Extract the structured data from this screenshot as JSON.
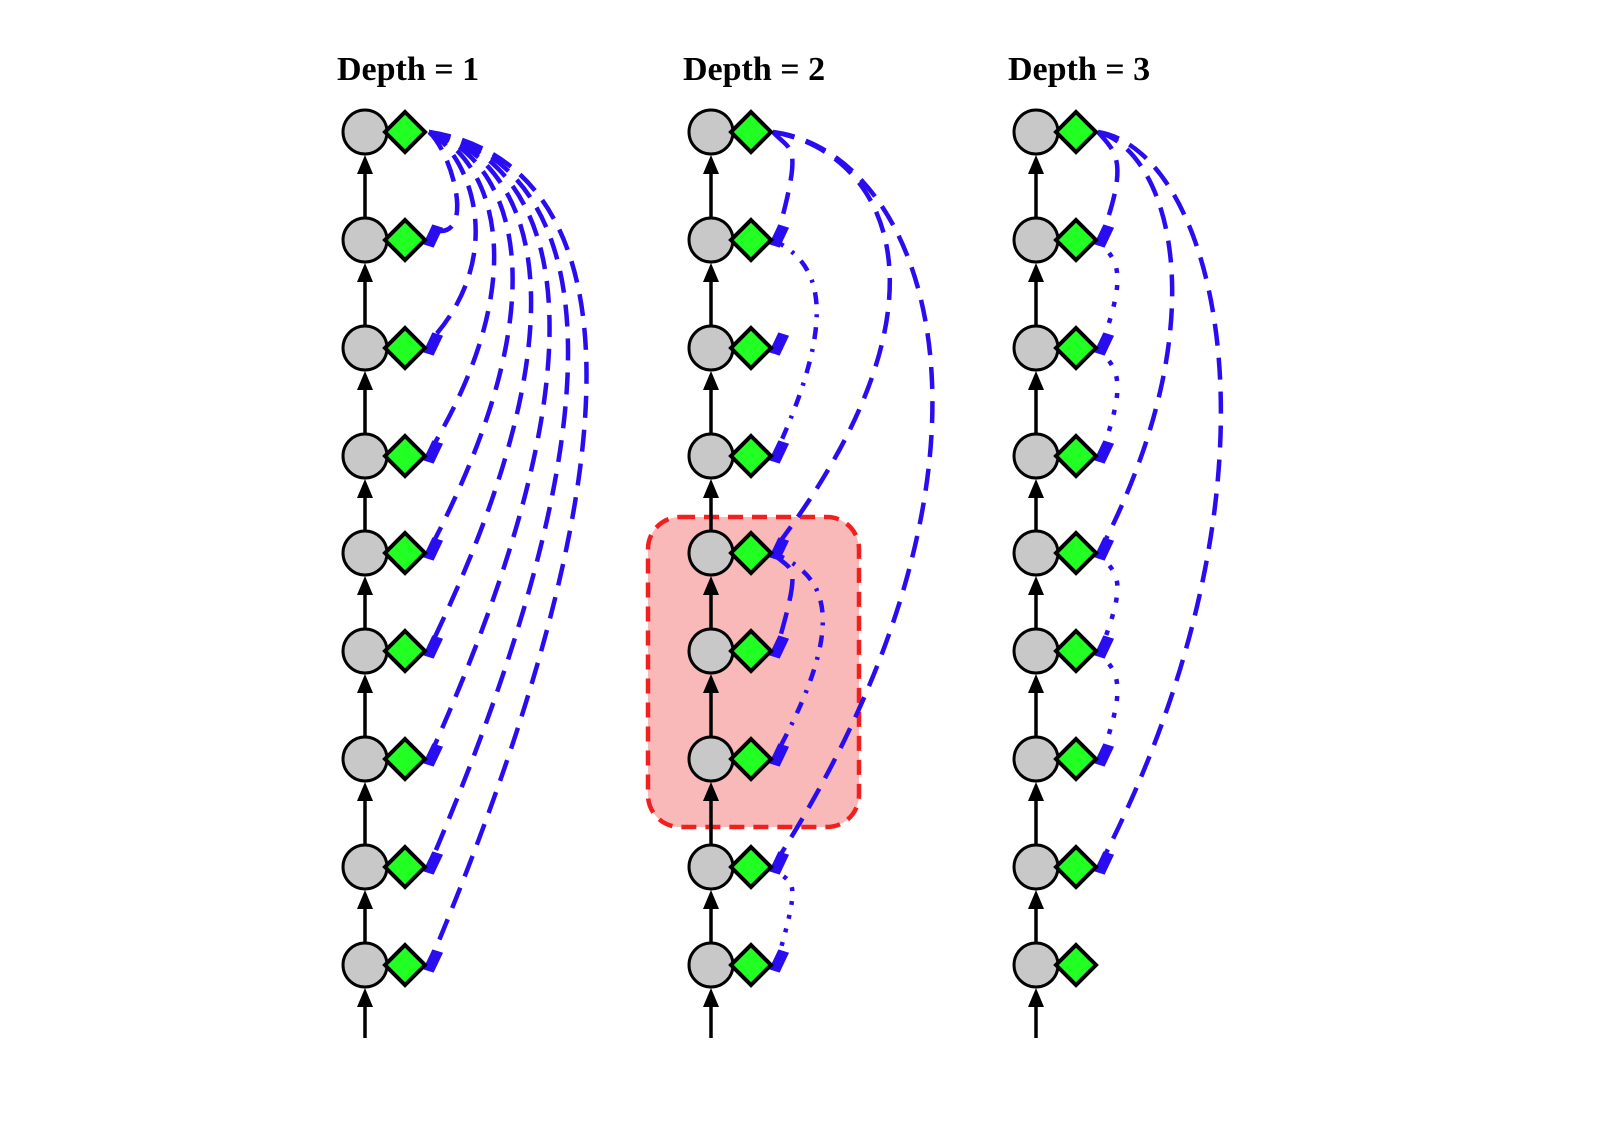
{
  "columns": [
    {
      "title": "Depth = 1",
      "depth": 1,
      "node_count": 9,
      "has_highlight": false
    },
    {
      "title": "Depth = 2",
      "depth": 2,
      "node_count": 9,
      "has_highlight": true
    },
    {
      "title": "Depth = 3",
      "depth": 3,
      "node_count": 9,
      "has_highlight": false
    }
  ],
  "colors": {
    "node_fill": "#c8c8c8",
    "diamond_fill": "#22ff22",
    "edge": "#2a0cf0",
    "highlight_fill": "#f5a0a0",
    "highlight_border": "#f21f1f"
  }
}
